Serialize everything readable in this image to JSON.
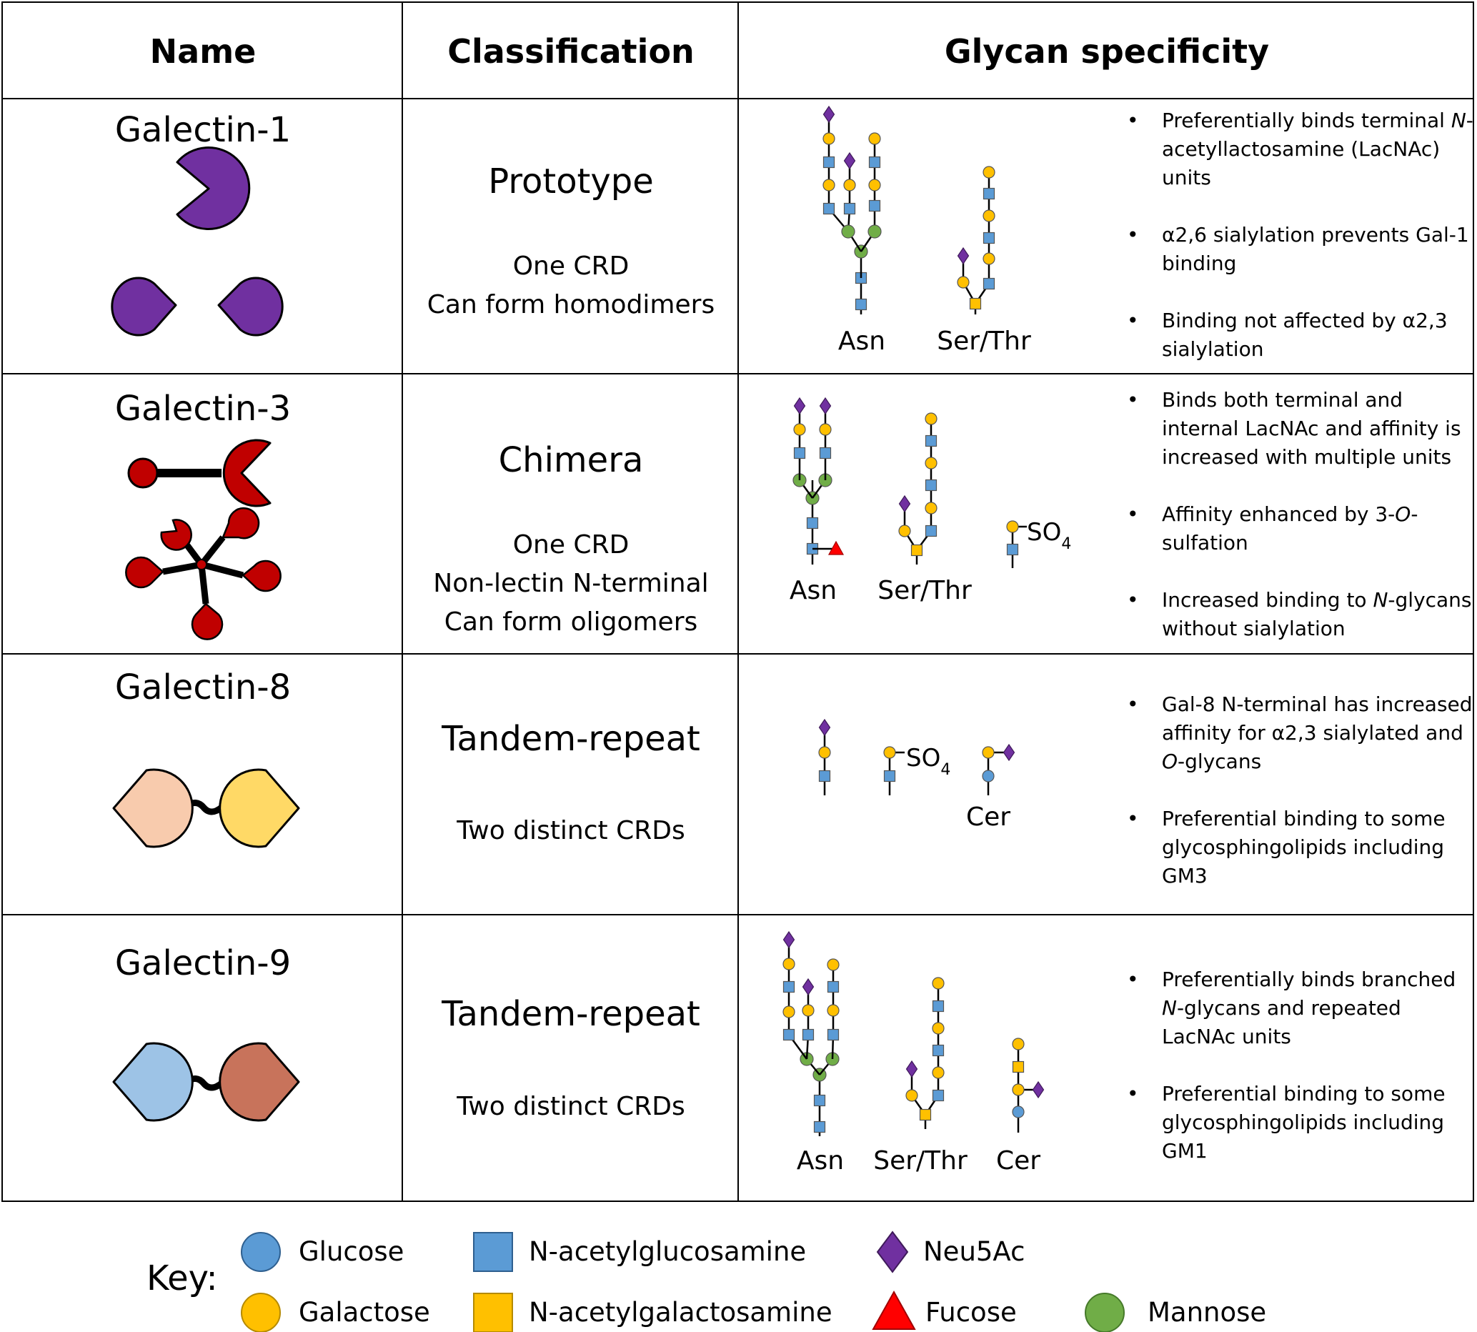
{
  "header": {
    "name": "Name",
    "classification": "Classification",
    "glycan_specificity": "Glycan specificity"
  },
  "rows": [
    {
      "name": "Galectin-1",
      "type": "Prototype",
      "desc": [
        "One CRD",
        "Can form homodimers"
      ],
      "glycan_labels": [
        "Asn",
        "Ser/Thr"
      ],
      "notes": [
        "Preferentially binds terminal N-acetyllactosamine (LacNAc) units",
        "α2,6 sialylation prevents Gal-1 binding",
        "Binding not affected by α2,3 sialylation"
      ]
    },
    {
      "name": "Galectin-3",
      "type": "Chimera",
      "desc": [
        "One CRD",
        "Non-lectin N-terminal",
        "Can form oligomers"
      ],
      "glycan_labels": [
        "Asn",
        "Ser/Thr"
      ],
      "sulfate": "SO",
      "sulfate_sub": "4",
      "notes": [
        "Binds both terminal and internal LacNAc and affinity is increased with multiple units",
        "Affinity enhanced by 3-O-sulfation",
        "Increased binding to N-glycans without sialylation"
      ]
    },
    {
      "name": "Galectin-8",
      "type": "Tandem-repeat",
      "desc": [
        "Two distinct CRDs"
      ],
      "glycan_labels": [
        "Cer"
      ],
      "sulfate": "SO",
      "sulfate_sub": "4",
      "notes": [
        "Gal-8 N-terminal has increased affinity for α2,3 sialylated and O-glycans",
        "Preferential binding to some glycosphingolipids including GM3"
      ]
    },
    {
      "name": "Galectin-9",
      "type": "Tandem-repeat",
      "desc": [
        "Two distinct CRDs"
      ],
      "glycan_labels": [
        "Asn",
        "Ser/Thr",
        "Cer"
      ],
      "notes": [
        "Preferentially binds branched N-glycans and repeated LacNAc units",
        "Preferential binding to some glycosphingolipids including GM1"
      ]
    }
  ],
  "legend": {
    "title": "Key:",
    "items": [
      {
        "label": "Glucose",
        "shape": "circle",
        "color": "#5B9BD5"
      },
      {
        "label": "Galactose",
        "shape": "circle",
        "color": "#FFC000"
      },
      {
        "label": "N-acetylglucosamine",
        "shape": "square",
        "color": "#5B9BD5"
      },
      {
        "label": "N-acetylgalactosamine",
        "shape": "square",
        "color": "#FFC000"
      },
      {
        "label": "Neu5Ac",
        "shape": "diamond",
        "color": "#7030A0"
      },
      {
        "label": "Fucose",
        "shape": "triangle",
        "color": "#FF0000"
      },
      {
        "label": "Mannose",
        "shape": "circle",
        "color": "#70AD47"
      }
    ]
  },
  "colors": {
    "galectin1": "#7030A0",
    "galectin3": "#C00000",
    "galectin8_left": "#F8CBAD",
    "galectin8_right": "#FFD966",
    "galectin9_left": "#9DC3E6",
    "galectin9_right": "#C8735B"
  }
}
